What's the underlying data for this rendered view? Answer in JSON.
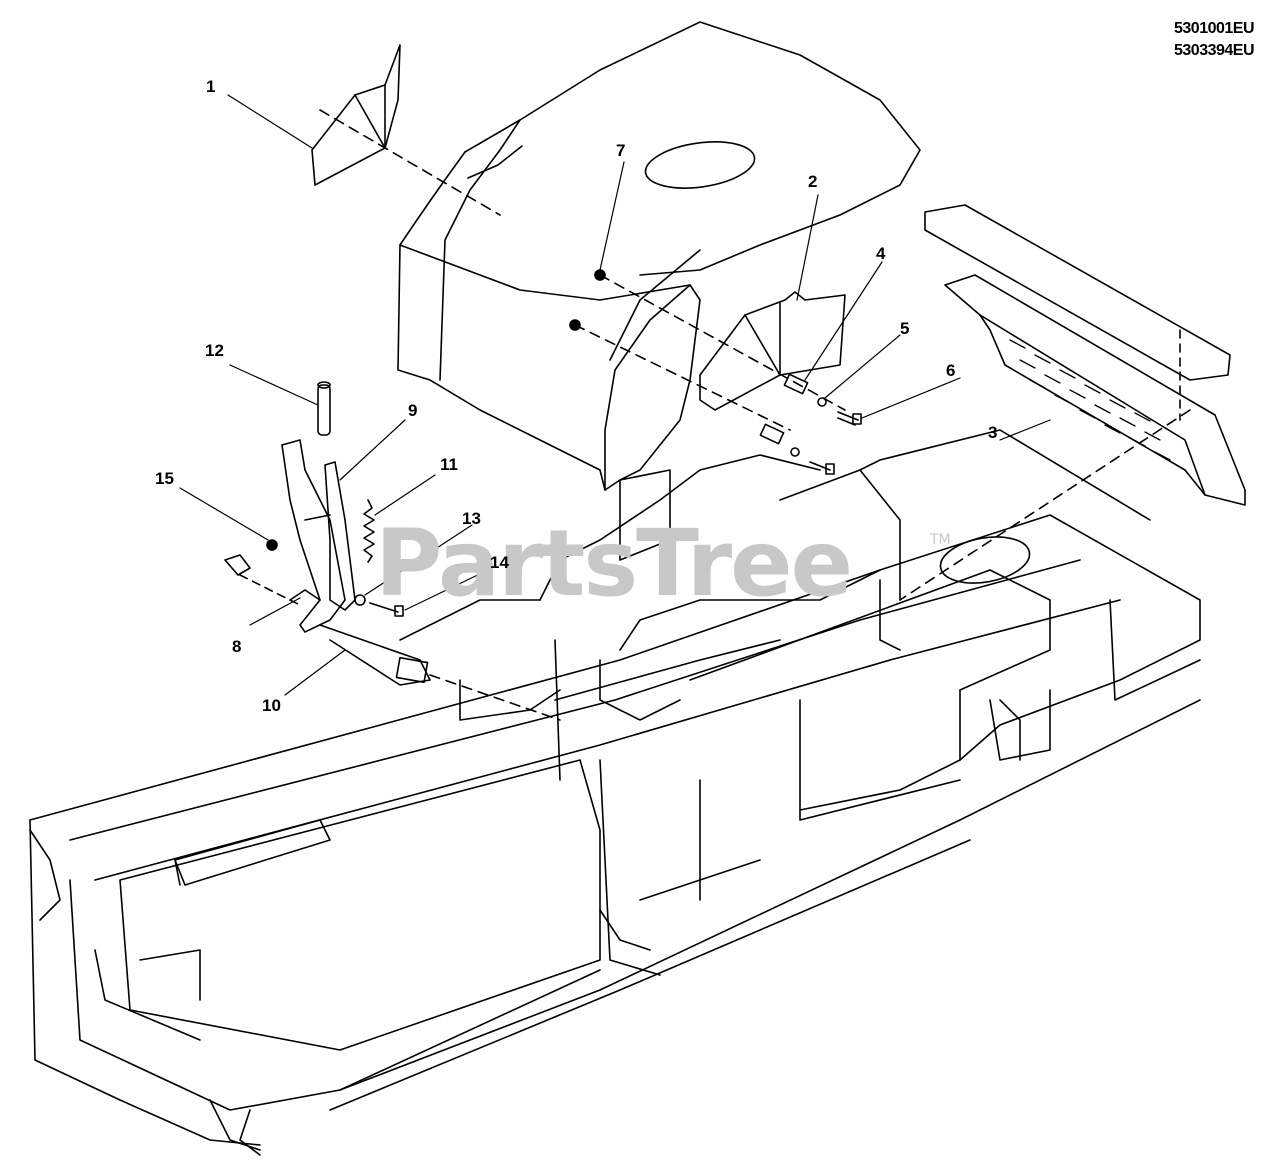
{
  "header": {
    "ref_codes": [
      "5301001EU",
      "5303394EU"
    ]
  },
  "callouts": [
    "1",
    "2",
    "3",
    "4",
    "5",
    "6",
    "7",
    "8",
    "9",
    "10",
    "11",
    "12",
    "13",
    "14",
    "15"
  ],
  "watermark": {
    "text": "PartsTree",
    "mark": "TM"
  },
  "colors": {
    "line": "#000000",
    "background": "#ffffff",
    "watermark": "#c8c8c8"
  }
}
